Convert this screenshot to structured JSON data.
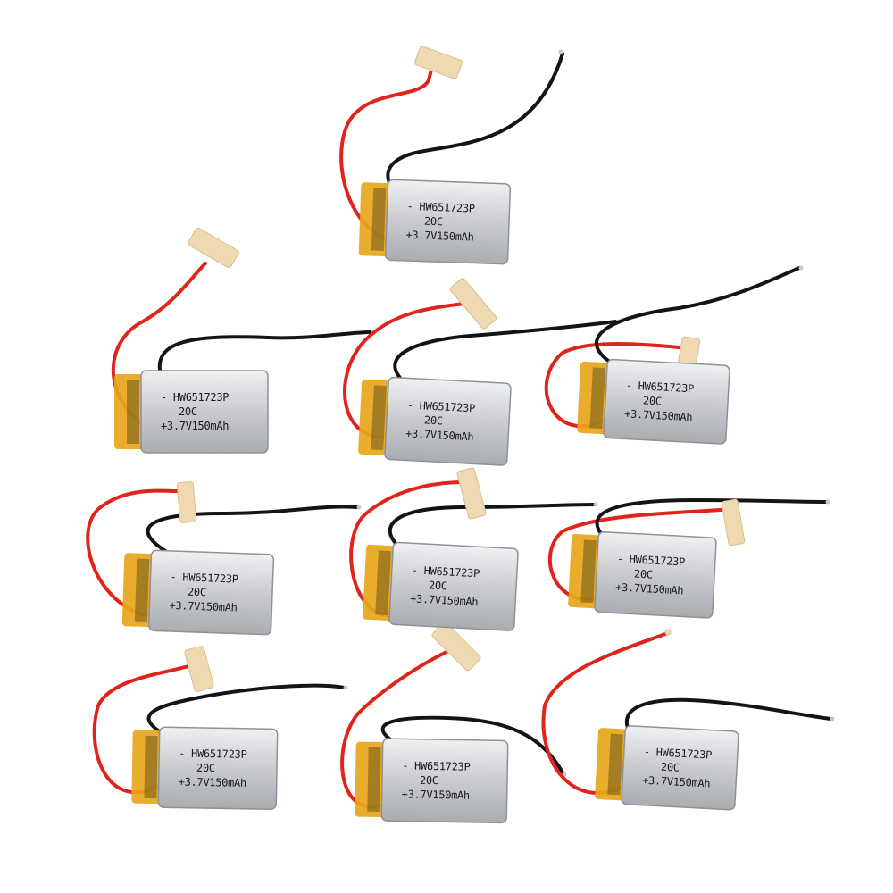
{
  "scene": {
    "background": "#ffffff",
    "subject": "lipo-battery-pack",
    "battery_count": 10,
    "colors": {
      "red_wire": "#e0231b",
      "black_wire": "#141414",
      "kapton_tape": "#e8a51a",
      "cell_body": "#c9cbcf",
      "cell_highlight": "#eef0f2",
      "connector_tape": "#efd9b0"
    },
    "label": {
      "model": "- HW651723P",
      "rating": "20C",
      "capacity": "+3.7V150mAh"
    }
  }
}
